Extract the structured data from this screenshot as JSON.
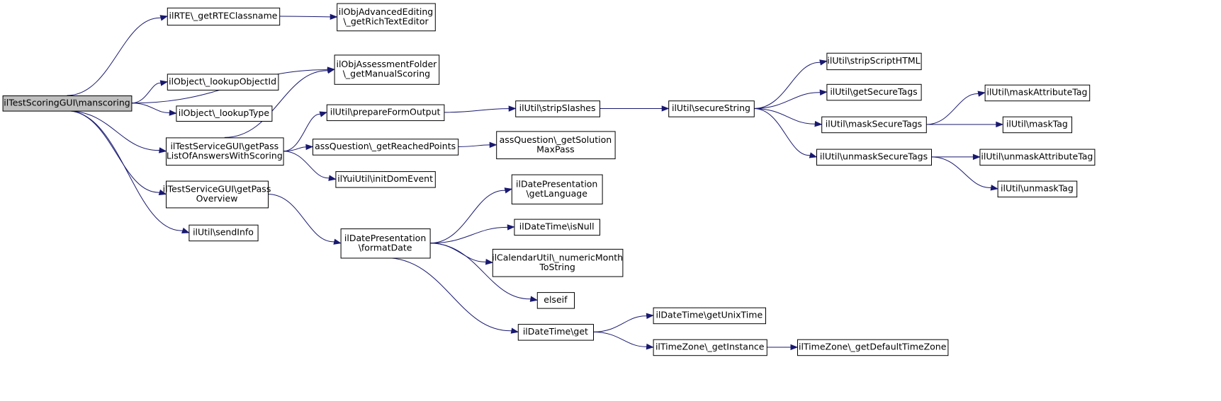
{
  "diagram": {
    "colors": {
      "edge": "#191970",
      "root_fill": "#bfbfbf",
      "node_fill": "#ffffff",
      "border": "#000000"
    },
    "nodes": [
      {
        "id": "root",
        "lines": [
          "ilTestScoringGUI\\manscoring"
        ],
        "root": true
      },
      {
        "id": "rte",
        "lines": [
          "ilRTE\\_getRTEClassname"
        ]
      },
      {
        "id": "advedit",
        "lines": [
          "ilObjAdvancedEditing",
          "\\_getRichTextEditor"
        ]
      },
      {
        "id": "assfolder",
        "lines": [
          "ilObjAssessmentFolder",
          "\\_getManualScoring"
        ]
      },
      {
        "id": "lookupid",
        "lines": [
          "ilObject\\_lookupObjectId"
        ]
      },
      {
        "id": "lookuptype",
        "lines": [
          "ilObject\\_lookupType"
        ]
      },
      {
        "id": "getpasslist",
        "lines": [
          "ilTestServiceGUI\\getPass",
          "ListOfAnswersWithScoring"
        ]
      },
      {
        "id": "getpassoverview",
        "lines": [
          "ilTestServiceGUI\\getPass",
          "Overview"
        ]
      },
      {
        "id": "sendinfo",
        "lines": [
          "ilUtil\\sendInfo"
        ]
      },
      {
        "id": "prepareform",
        "lines": [
          "ilUtil\\prepareFormOutput"
        ]
      },
      {
        "id": "reachedpoints",
        "lines": [
          "assQuestion\\_getReachedPoints"
        ]
      },
      {
        "id": "initdom",
        "lines": [
          "ilYuiUtil\\initDomEvent"
        ]
      },
      {
        "id": "stripslashes",
        "lines": [
          "ilUtil\\stripSlashes"
        ]
      },
      {
        "id": "solutionmax",
        "lines": [
          "assQuestion\\_getSolution",
          "MaxPass"
        ]
      },
      {
        "id": "securestring",
        "lines": [
          "ilUtil\\secureString"
        ]
      },
      {
        "id": "stripscript",
        "lines": [
          "ilUtil\\stripScriptHTML"
        ]
      },
      {
        "id": "getsecuretags",
        "lines": [
          "ilUtil\\getSecureTags"
        ]
      },
      {
        "id": "masksecure",
        "lines": [
          "ilUtil\\maskSecureTags"
        ]
      },
      {
        "id": "unmasksecure",
        "lines": [
          "ilUtil\\unmaskSecureTags"
        ]
      },
      {
        "id": "maskattr",
        "lines": [
          "ilUtil\\maskAttributeTag"
        ]
      },
      {
        "id": "masktag",
        "lines": [
          "ilUtil\\maskTag"
        ]
      },
      {
        "id": "unmaskattr",
        "lines": [
          "ilUtil\\unmaskAttributeTag"
        ]
      },
      {
        "id": "unmasktag",
        "lines": [
          "ilUtil\\unmaskTag"
        ]
      },
      {
        "id": "formatdate",
        "lines": [
          "ilDatePresentation",
          "\\formatDate"
        ]
      },
      {
        "id": "getlanguage",
        "lines": [
          "ilDatePresentation",
          "\\getLanguage"
        ]
      },
      {
        "id": "isnull",
        "lines": [
          "ilDateTime\\isNull"
        ]
      },
      {
        "id": "numericmonth",
        "lines": [
          "ilCalendarUtil\\_numericMonth",
          "ToString"
        ]
      },
      {
        "id": "elseif",
        "lines": [
          "elseif"
        ]
      },
      {
        "id": "dtget",
        "lines": [
          "ilDateTime\\get"
        ]
      },
      {
        "id": "getunixtime",
        "lines": [
          "ilDateTime\\getUnixTime"
        ]
      },
      {
        "id": "tzinstance",
        "lines": [
          "ilTimeZone\\_getInstance"
        ]
      },
      {
        "id": "tzdefault",
        "lines": [
          "ilTimeZone\\_getDefaultTimeZone"
        ]
      }
    ],
    "edges": [
      [
        "root",
        "rte"
      ],
      [
        "root",
        "assfolder"
      ],
      [
        "root",
        "lookupid"
      ],
      [
        "root",
        "lookuptype"
      ],
      [
        "root",
        "getpasslist"
      ],
      [
        "root",
        "getpassoverview"
      ],
      [
        "root",
        "sendinfo"
      ],
      [
        "rte",
        "advedit"
      ],
      [
        "getpasslist",
        "assfolder"
      ],
      [
        "getpasslist",
        "prepareform"
      ],
      [
        "getpasslist",
        "reachedpoints"
      ],
      [
        "getpasslist",
        "initdom"
      ],
      [
        "prepareform",
        "stripslashes"
      ],
      [
        "reachedpoints",
        "solutionmax"
      ],
      [
        "stripslashes",
        "securestring"
      ],
      [
        "securestring",
        "stripscript"
      ],
      [
        "securestring",
        "getsecuretags"
      ],
      [
        "securestring",
        "masksecure"
      ],
      [
        "securestring",
        "unmasksecure"
      ],
      [
        "masksecure",
        "maskattr"
      ],
      [
        "masksecure",
        "masktag"
      ],
      [
        "unmasksecure",
        "unmaskattr"
      ],
      [
        "unmasksecure",
        "unmasktag"
      ],
      [
        "getpassoverview",
        "formatdate"
      ],
      [
        "formatdate",
        "getlanguage"
      ],
      [
        "formatdate",
        "isnull"
      ],
      [
        "formatdate",
        "numericmonth"
      ],
      [
        "formatdate",
        "elseif"
      ],
      [
        "formatdate",
        "dtget"
      ],
      [
        "dtget",
        "getunixtime"
      ],
      [
        "dtget",
        "tzinstance"
      ],
      [
        "tzinstance",
        "tzdefault"
      ]
    ]
  }
}
